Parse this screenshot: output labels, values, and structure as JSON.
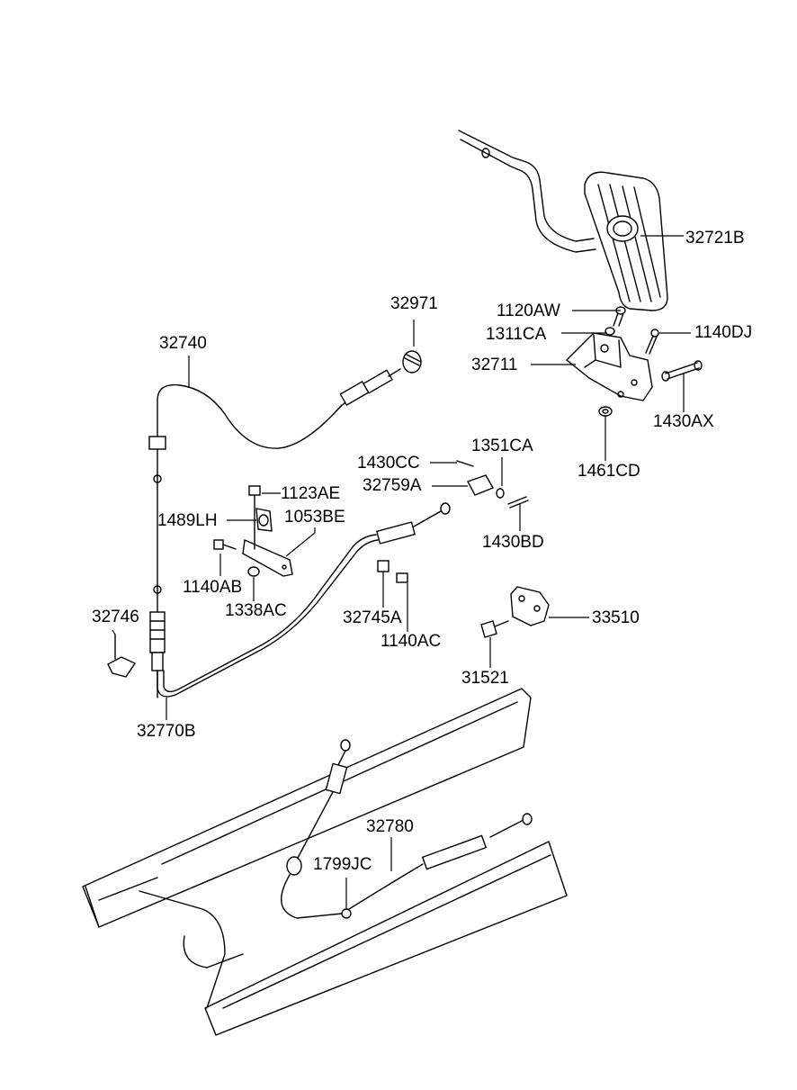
{
  "diagram": {
    "type": "exploded parts diagram",
    "line_color": "#000000",
    "background": "#ffffff",
    "callouts": [
      {
        "id": "32721B",
        "text": "32721B"
      },
      {
        "id": "1120AW",
        "text": "1120AW"
      },
      {
        "id": "1311CA",
        "text": "1311CA"
      },
      {
        "id": "1140DJ",
        "text": "1140DJ"
      },
      {
        "id": "32711",
        "text": "32711"
      },
      {
        "id": "1430AX",
        "text": "1430AX"
      },
      {
        "id": "1461CD",
        "text": "1461CD"
      },
      {
        "id": "32971",
        "text": "32971"
      },
      {
        "id": "32740",
        "text": "32740"
      },
      {
        "id": "1430CC",
        "text": "1430CC"
      },
      {
        "id": "1351CA",
        "text": "1351CA"
      },
      {
        "id": "32759A",
        "text": "32759A"
      },
      {
        "id": "1123AE",
        "text": "1123AE"
      },
      {
        "id": "1489LH",
        "text": "1489LH"
      },
      {
        "id": "1053BE",
        "text": "1053BE"
      },
      {
        "id": "1430BD",
        "text": "1430BD"
      },
      {
        "id": "1140AB",
        "text": "1140AB"
      },
      {
        "id": "1338AC",
        "text": "1338AC"
      },
      {
        "id": "32745A",
        "text": "32745A"
      },
      {
        "id": "1140AC",
        "text": "1140AC"
      },
      {
        "id": "32746",
        "text": "32746"
      },
      {
        "id": "33510",
        "text": "33510"
      },
      {
        "id": "31521",
        "text": "31521"
      },
      {
        "id": "32770B",
        "text": "32770B"
      },
      {
        "id": "32780",
        "text": "32780"
      },
      {
        "id": "1799JC",
        "text": "1799JC"
      }
    ]
  }
}
